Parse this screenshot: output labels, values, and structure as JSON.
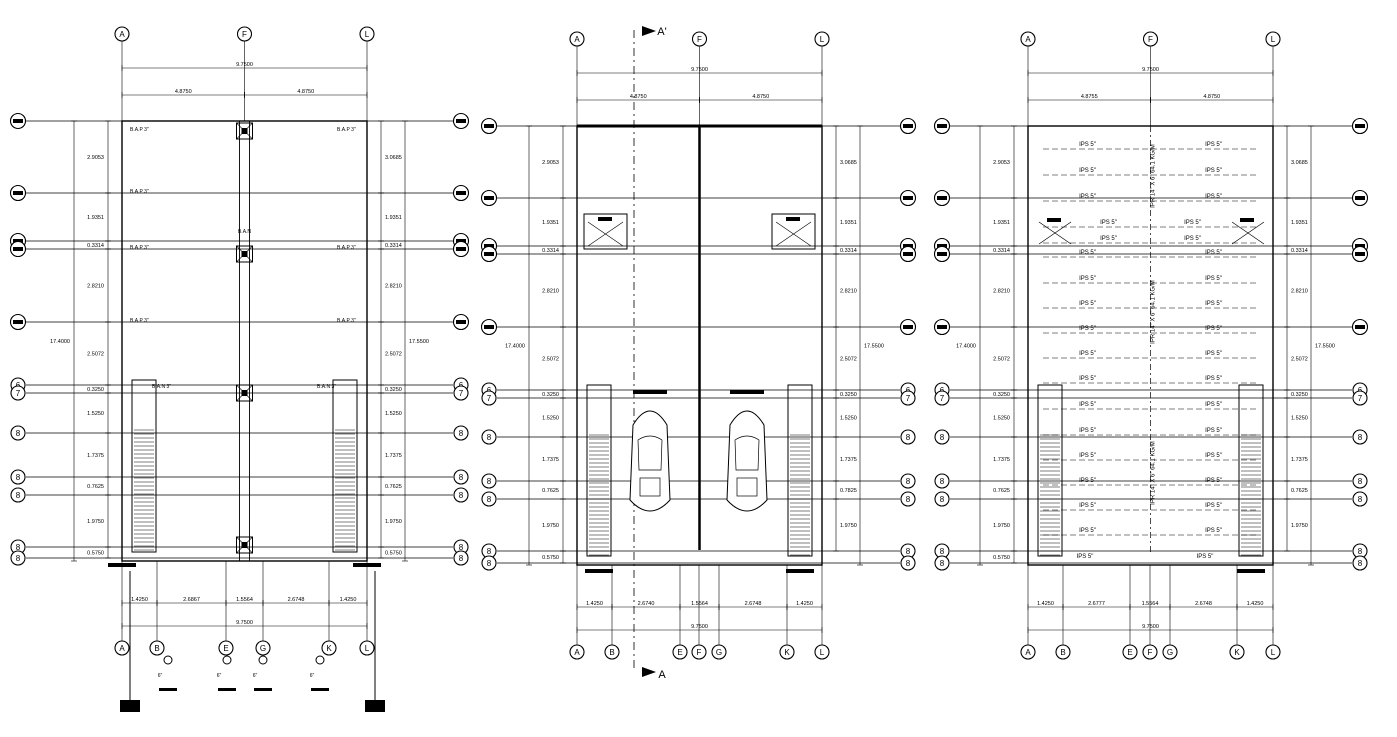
{
  "sheet": {
    "plans": [
      {
        "grid_top": [
          "A",
          "F",
          "L"
        ],
        "grid_bottom": [
          "A",
          "B",
          "E",
          "G",
          "K",
          "L"
        ],
        "overall_width": "9.7500",
        "half_width_left": "4.8750",
        "half_width_right": "4.8750",
        "overall_length_left": "17.4000",
        "overall_length_right": "17.5500",
        "left_dims": [
          "2.9053",
          "1.9351",
          "0.3314",
          "2.8210",
          "2.5072",
          "0.3250",
          "1.5250",
          "1.7375",
          "0.7625",
          "1.9750",
          "0.5750"
        ],
        "right_dims": [
          "3.0685",
          "1.9351",
          "0.3314",
          "2.8210",
          "2.5072",
          "0.3250",
          "1.5250",
          "1.7375",
          "0.7625",
          "1.9750",
          "0.5750"
        ],
        "bottom_dims": [
          "1.4250",
          "2.6867",
          "1.5564",
          "2.6748",
          "1.4250"
        ],
        "bottom_overall": "9.7500",
        "labels": [
          "B.A.P 3\"",
          "B.A.N",
          "B.A.N 3\"",
          "6\"",
          "3\""
        ]
      },
      {
        "section_marks": [
          "A'",
          "A"
        ],
        "grid_top": [
          "A",
          "F",
          "L"
        ],
        "grid_bottom": [
          "A",
          "B",
          "E",
          "F",
          "G",
          "K",
          "L"
        ],
        "overall_width": "9.7500",
        "half_width_left": "4.8750",
        "half_width_right": "4.8750",
        "overall_length_left": "17.4000",
        "overall_length_right": "17.5500",
        "left_dims": [
          "2.9053",
          "1.9351",
          "0.3314",
          "2.8210",
          "2.5072",
          "0.3250",
          "1.5250",
          "1.7375",
          "0.7625",
          "1.9750",
          "0.5750"
        ],
        "right_dims": [
          "3.0685",
          "1.9351",
          "0.3314",
          "2.8210",
          "2.5072",
          "0.3250",
          "1.5250",
          "1.7375",
          "0.7825",
          "1.9750"
        ],
        "bottom_dims": [
          "1.4250",
          "2.6740",
          "1.5564",
          "2.6748",
          "1.4250"
        ],
        "bottom_overall": "9.7500"
      },
      {
        "grid_top": [
          "A",
          "F",
          "L"
        ],
        "grid_bottom": [
          "A",
          "B",
          "E",
          "F",
          "G",
          "K",
          "L"
        ],
        "overall_width": "9.7500",
        "half_width_left": "4.8755",
        "half_width_right": "4.8750",
        "overall_length_left": "17.4000",
        "overall_length_right": "17.5500",
        "left_dims": [
          "2.9053",
          "1.9351",
          "0.3314",
          "2.8210",
          "2.5072",
          "0.3250",
          "1.5250",
          "1.7375",
          "0.7625",
          "1.9750",
          "0.5750"
        ],
        "right_dims": [
          "3.0685",
          "1.9351",
          "0.3314",
          "2.8210",
          "2.5072",
          "0.3250",
          "1.5250",
          "1.7375",
          "0.7625",
          "1.9750"
        ],
        "bottom_dims": [
          "1.4250",
          "2.6777",
          "1.5564",
          "2.6748",
          "1.4250"
        ],
        "bottom_overall": "9.7500",
        "joist_label": "IPS 5\"",
        "beam_labels": [
          "IPR 14\" X 6\" 64.1 KG/M",
          "IPR 14\" X 6\" 64.1 KG/M",
          "IPR 14\" X 6\" 64.1 KG/M"
        ]
      }
    ],
    "grid_right": [
      "1",
      "2",
      "3",
      "4",
      "5",
      "6",
      "7",
      "8"
    ]
  }
}
